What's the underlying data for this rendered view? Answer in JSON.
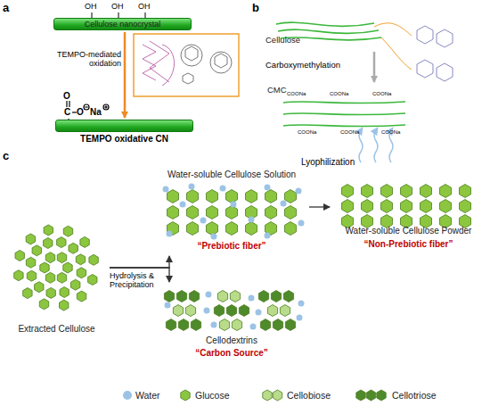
{
  "diagram": {
    "nodes": [
      {
        "text": [
          "Cellulose nanocrystal"
        ]
      },
      {
        "text": [
          "TEMPO oxidative CN"
        ]
      },
      {
        "text": [
          "Cellulose"
        ]
      },
      {
        "text": [
          "CMC"
        ]
      },
      {
        "text": [
          "Extracted Cellulose"
        ]
      },
      {
        "text": [
          "Water-soluble Cellulose Solution",
          "“Prebiotic fiber”"
        ]
      },
      {
        "text": [
          "Cellodextrins",
          "“Carbon Source”"
        ]
      },
      {
        "text": [
          "Water-soluble Cellulose Powder",
          "“Non-Prebiotic fiber”"
        ]
      }
    ],
    "edges": [
      {
        "from": 0,
        "to": 1,
        "label": "TEMPO-mediated oxidation",
        "arrow": "to"
      },
      {
        "from": 2,
        "to": 3,
        "label": "Carboxymethylation",
        "arrow": "to"
      },
      {
        "from": 4,
        "to": 5,
        "label": "Hydrolysis & Precipitation",
        "arrow": "to"
      },
      {
        "from": 4,
        "to": 6,
        "arrow": "to"
      },
      {
        "from": 5,
        "to": 7,
        "label": "Lyophilization",
        "arrow": "to"
      }
    ],
    "labels": [
      "a",
      "OH",
      "OH",
      "OH",
      "O",
      "C",
      "O",
      "Na",
      "b",
      "COONa",
      "COONa",
      "COONa",
      "COONa",
      "COONa",
      "COONa",
      "c"
    ],
    "legend": [
      {
        "text": "Water",
        "color": "#9cc3e6"
      },
      {
        "text": "Glucose"
      },
      {
        "text": "Cellobiose"
      },
      {
        "text": "Cellotriose"
      }
    ]
  }
}
